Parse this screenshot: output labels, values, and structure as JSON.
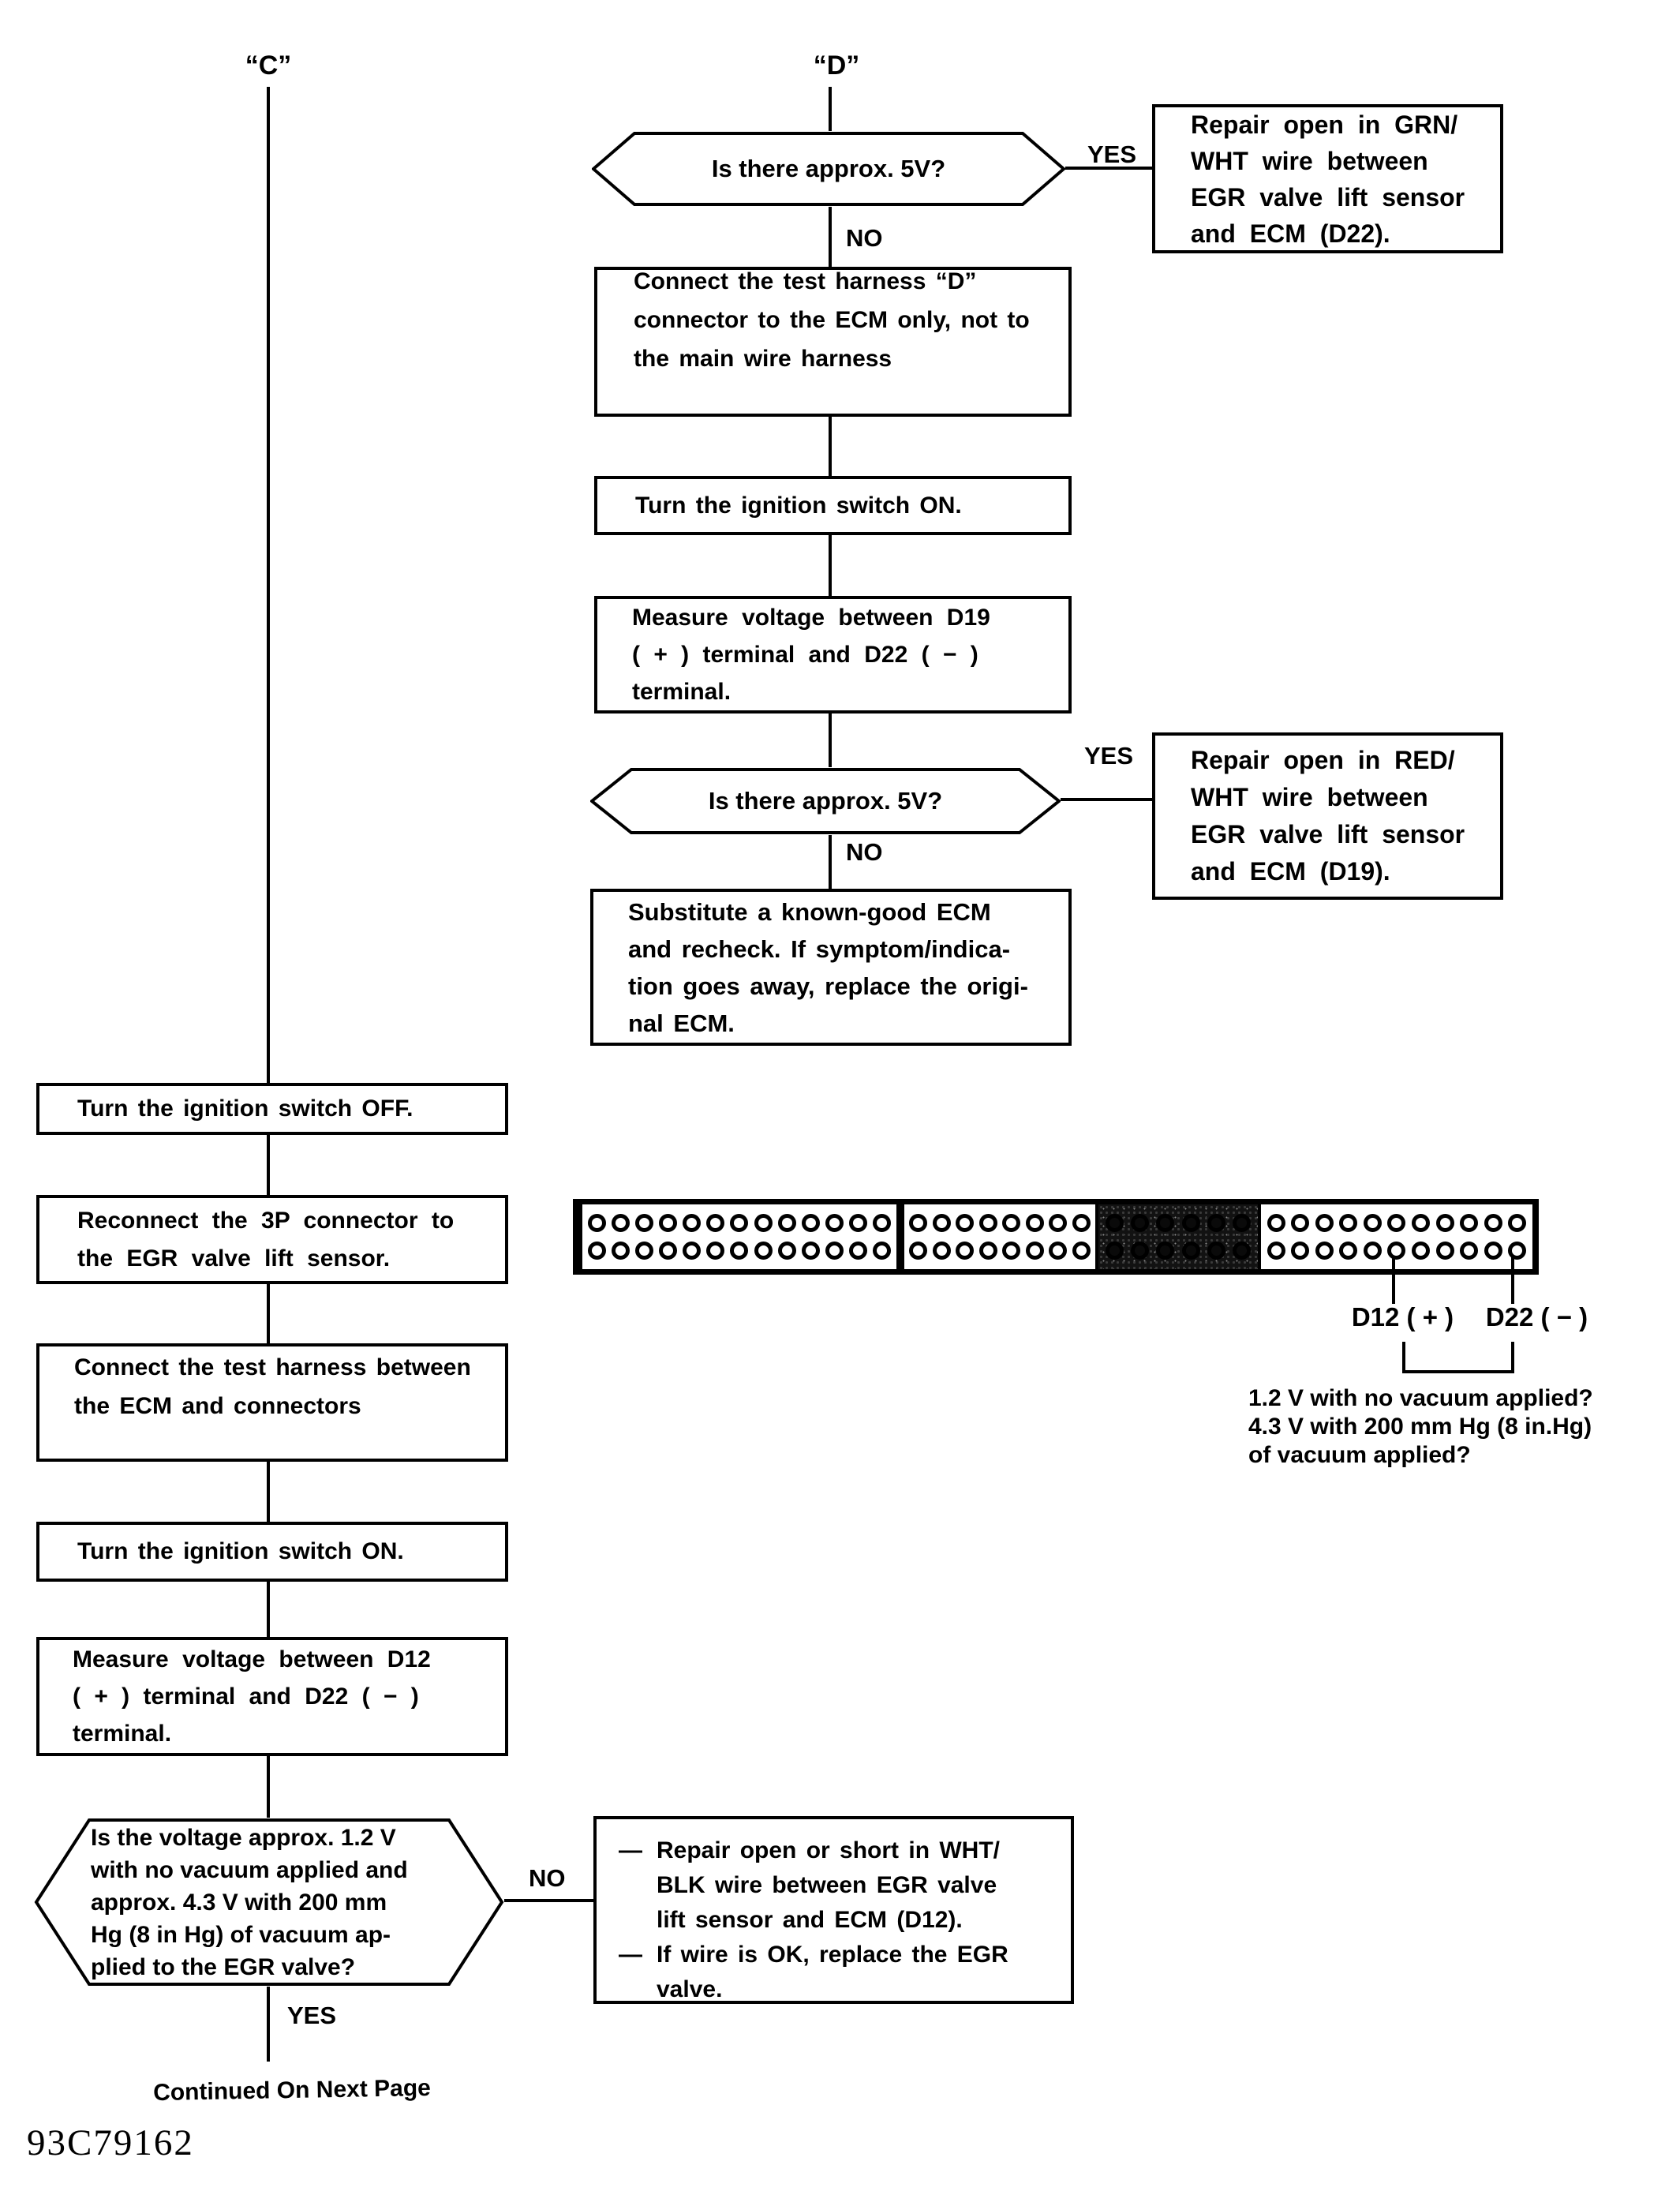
{
  "header": {
    "c_label": "“C”",
    "d_label": "“D”"
  },
  "labels": {
    "yes": "YES",
    "no": "NO",
    "dash": "—"
  },
  "flow_d": {
    "hex_5v_1": "Is there approx. 5V?",
    "repair_grn": "Repair open in GRN/\nWHT wire between\nEGR valve lift sensor\nand ECM (D22).",
    "connect_d": "Connect the test harness “D”\nconnector to the ECM only, not to\nthe main wire harness",
    "ignition_on": "Turn the ignition switch ON.",
    "measure_d19": "Measure voltage between D19\n( + ) terminal and D22 ( − )\nterminal.",
    "hex_5v_2": "Is there approx. 5V?",
    "repair_red": "Repair open in RED/\nWHT wire between\nEGR valve lift sensor\nand ECM (D19).",
    "substitute_ecm": "Substitute a known-good ECM\nand recheck. If symptom/indica-\ntion goes away, replace the origi-\nnal ECM."
  },
  "flow_c": {
    "ignition_off": "Turn the ignition switch OFF.",
    "reconnect_3p": "Reconnect the 3P connector to\nthe EGR valve lift sensor.",
    "connect_harness": "Connect the test harness between\nthe ECM and connectors",
    "ignition_on": "Turn the ignition switch ON.",
    "measure_d12": "Measure voltage between D12\n( + ) terminal and D22 ( − )\nterminal.",
    "hex_voltage": "Is the voltage approx. 1.2 V\nwith no vacuum applied and\napprox. 4.3 V with 200 mm\nHg (8 in Hg) of vacuum ap-\nplied to the EGR valve?",
    "repair_wht_blk_items": [
      "Repair open or short in WHT/\nBLK wire between EGR valve\nlift sensor and ECM (D12).",
      "If wire is OK, replace the EGR\nvalve."
    ],
    "continued": "Continued On Next Page"
  },
  "connector": {
    "sections": [
      {
        "count": 13,
        "rows": 2,
        "shaded": false
      },
      {
        "count": 8,
        "rows": 2,
        "shaded": false
      },
      {
        "count": 6,
        "rows": 2,
        "shaded": true
      },
      {
        "count": 11,
        "rows": 2,
        "shaded": false
      }
    ],
    "pin_plus": "D12 ( + )",
    "pin_minus": "D22 ( − )",
    "caption": "1.2 V with no vacuum applied?\n4.3 V with 200 mm Hg (8 in.Hg)\nof vacuum applied?"
  },
  "footer": {
    "code": "93C79162"
  }
}
